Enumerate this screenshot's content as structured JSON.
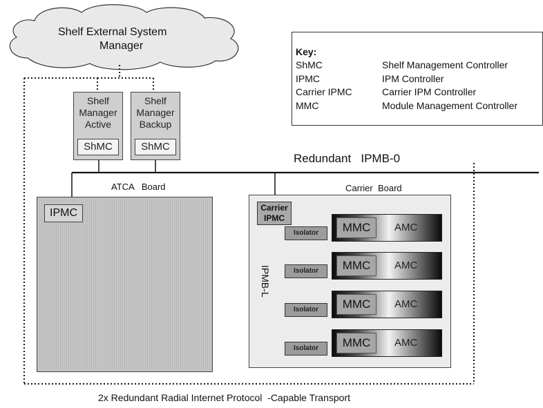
{
  "cloud": {
    "line1": "Shelf External System",
    "line2": "Manager"
  },
  "key": {
    "title": "Key:",
    "entries": [
      {
        "abbr": "ShMC",
        "desc": "Shelf Management Controller"
      },
      {
        "abbr": "IPMC",
        "desc": "IPM Controller"
      },
      {
        "abbr": "Carrier IPMC",
        "desc": "Carrier IPM Controller"
      },
      {
        "abbr": "MMC",
        "desc": "Module Management Controller"
      }
    ]
  },
  "shelf_managers": [
    {
      "line1": "Shelf",
      "line2": "Manager",
      "line3": "Active",
      "controller": "ShMC"
    },
    {
      "line1": "Shelf",
      "line2": "Manager",
      "line3": "Backup",
      "controller": "ShMC"
    }
  ],
  "bus_label": "Redundant   IPMB-0",
  "atca": {
    "label": "ATCA   Board",
    "controller": "IPMC"
  },
  "carrier": {
    "label": "Carrier  Board",
    "controller_line1": "Carrier",
    "controller_line2": "IPMC",
    "local_bus": "IPMB-L",
    "modules": [
      {
        "isolator": "Isolator",
        "mmc": "MMC",
        "amc": "AMC"
      },
      {
        "isolator": "Isolator",
        "mmc": "MMC",
        "amc": "AMC"
      },
      {
        "isolator": "Isolator",
        "mmc": "MMC",
        "amc": "AMC"
      },
      {
        "isolator": "Isolator",
        "mmc": "MMC",
        "amc": "AMC"
      }
    ]
  },
  "transport_label": "2x Redundant Radial Internet Protocol  -Capable Transport"
}
